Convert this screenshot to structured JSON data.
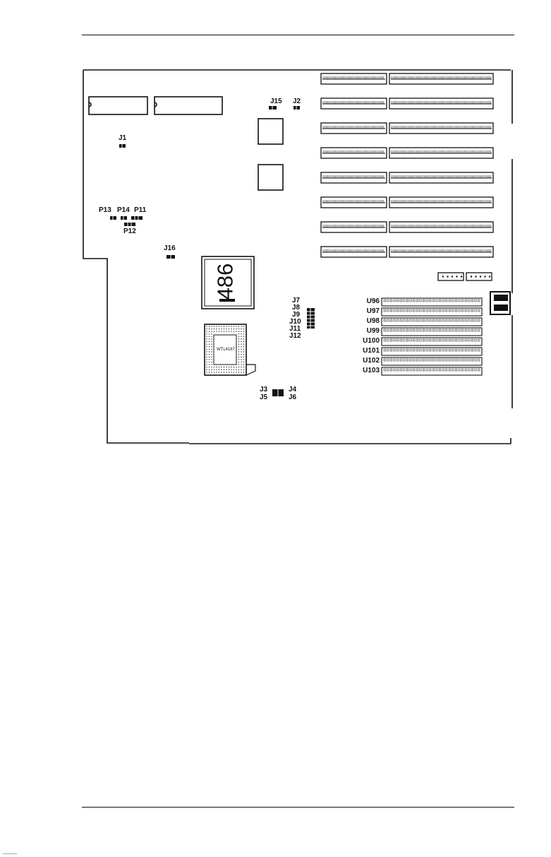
{
  "jumpers": {
    "j1": "J1",
    "j2": "J2",
    "j15": "J15",
    "j16": "J16",
    "j3": "J3",
    "j4": "J4",
    "j5": "J5",
    "j6": "J6",
    "j7": "J7",
    "j8": "J8",
    "j9": "J9",
    "j10": "J10",
    "j11": "J11",
    "j12": "J12"
  },
  "pins": {
    "p11": "P11",
    "p12": "P12",
    "p13": "P13",
    "p14": "P14"
  },
  "sockets": [
    "U96",
    "U97",
    "U98",
    "U99",
    "U100",
    "U101",
    "U102",
    "U103"
  ],
  "chips": {
    "cpu": "486",
    "pga": "WTL4167"
  },
  "footer_mark": "______"
}
